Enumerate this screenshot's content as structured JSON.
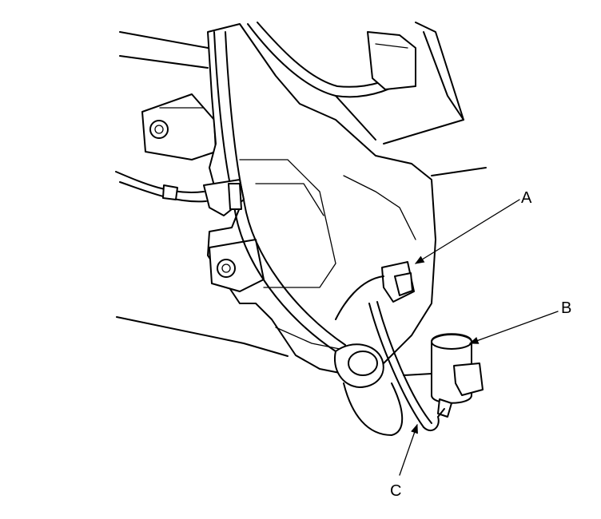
{
  "callouts": [
    {
      "id": "A",
      "label": "A"
    },
    {
      "id": "B",
      "label": "B"
    },
    {
      "id": "C",
      "label": "C"
    }
  ]
}
